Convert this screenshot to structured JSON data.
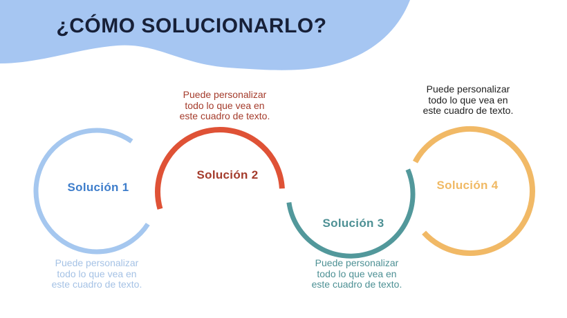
{
  "slide": {
    "title": "¿CÓMO SOLUCIONARLO?"
  },
  "colors": {
    "background": "#FFFFFF",
    "header_blob": "#A6C6F2",
    "title_text": "#172038"
  },
  "solutions": [
    {
      "label": "Solución 1",
      "arc_color": "#A5C7EF",
      "label_color": "#3D7DCB",
      "text_color": "#A5C2E5",
      "text_position": "below",
      "lines": [
        "Puede personalizar",
        "todo lo que vea en",
        "este cuadro de texto."
      ]
    },
    {
      "label": "Solución 2",
      "arc_color": "#DF5236",
      "label_color": "#A43B2B",
      "text_color": "#A43B2B",
      "text_position": "above",
      "lines": [
        "Puede personalizar",
        "todo lo que vea en",
        "este cuadro de texto."
      ]
    },
    {
      "label": "Solución 3",
      "arc_color": "#52989B",
      "label_color": "#4D9094",
      "text_color": "#4D9094",
      "text_position": "below",
      "lines": [
        "Puede personalizar",
        "todo lo que vea en",
        "este cuadro de texto."
      ]
    },
    {
      "label": "Solución 4",
      "arc_color": "#F1B966",
      "label_color": "#F0B964",
      "text_color": "#212121",
      "text_position": "above",
      "lines": [
        "Puede personalizar",
        "todo lo que vea en",
        "este cuadro de texto."
      ]
    }
  ]
}
